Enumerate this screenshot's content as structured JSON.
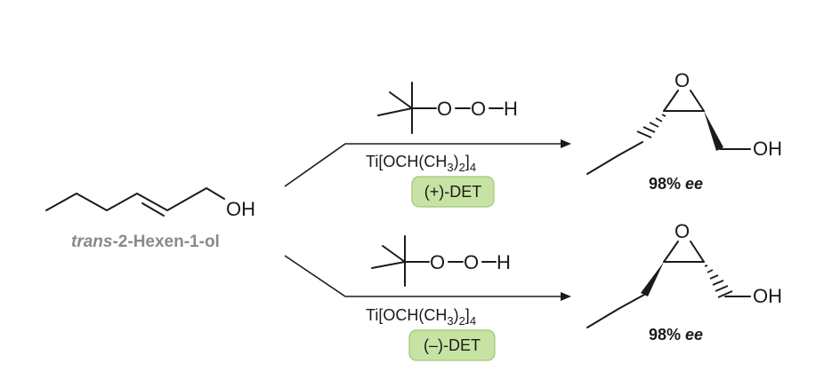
{
  "starting_material": {
    "name_prefix": "trans",
    "name_rest": "-2-Hexen-1-ol",
    "hydroxyl": "OH"
  },
  "top_reaction": {
    "peroxide": {
      "o1": "O",
      "o2": "O",
      "h": "H"
    },
    "catalyst": {
      "main": "Ti[OCH(CH",
      "sub1": "3",
      "mid": ")",
      "sub2": "2",
      "close": "]",
      "sub3": "4"
    },
    "ligand": "(+)-DET",
    "product": {
      "epoxide_o": "O",
      "hydroxyl": "OH",
      "ee": "98% ",
      "ee_italic": "ee"
    }
  },
  "bottom_reaction": {
    "peroxide": {
      "o1": "O",
      "o2": "O",
      "h": "H"
    },
    "catalyst": {
      "main": "Ti[OCH(CH",
      "sub1": "3",
      "mid": ")",
      "sub2": "2",
      "close": "]",
      "sub3": "4"
    },
    "ligand": "(–)-DET",
    "product": {
      "epoxide_o": "O",
      "hydroxyl": "OH",
      "ee": "98% ",
      "ee_italic": "ee"
    }
  },
  "colors": {
    "ligand_box": "#c7e3a4",
    "name_label": "#8a8a8a",
    "ink": "#1a1a1a"
  }
}
